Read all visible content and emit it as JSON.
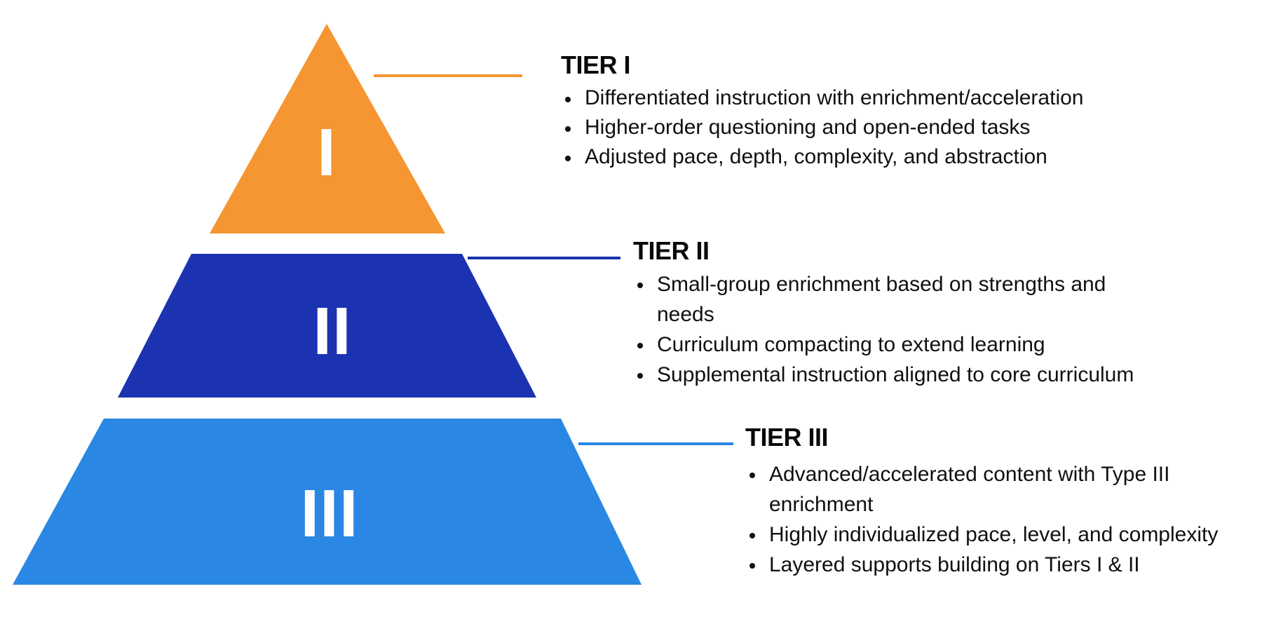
{
  "diagram": {
    "type": "tiered-pyramid",
    "background_color": "#ffffff",
    "tiers": [
      {
        "id": "tier-1",
        "numeral": "I",
        "title": "TIER I",
        "shape": "triangle",
        "fill_color": "#F59632",
        "connector_color": "#F59632",
        "bullets": [
          "Differentiated instruction with enrichment/acceleration",
          "Higher-order questioning and open-ended tasks",
          "Adjusted pace, depth, complexity, and abstraction"
        ]
      },
      {
        "id": "tier-2",
        "numeral": "II",
        "title": "TIER II",
        "shape": "trapezoid",
        "fill_color": "#1B33B0",
        "connector_color": "#1B33B0",
        "bullets": [
          "Small-group enrichment based on strengths and needs",
          "Curriculum compacting to extend learning",
          "Supplemental instruction aligned to core curriculum"
        ]
      },
      {
        "id": "tier-3",
        "numeral": "III",
        "title": "TIER III",
        "shape": "trapezoid",
        "fill_color": "#2A87E3",
        "connector_color": "#2A87E3",
        "bullets": [
          "Advanced/accelerated content with Type III enrichment",
          "Highly individualized pace, level, and complexity",
          "Layered supports building on Tiers I & II"
        ]
      }
    ]
  }
}
